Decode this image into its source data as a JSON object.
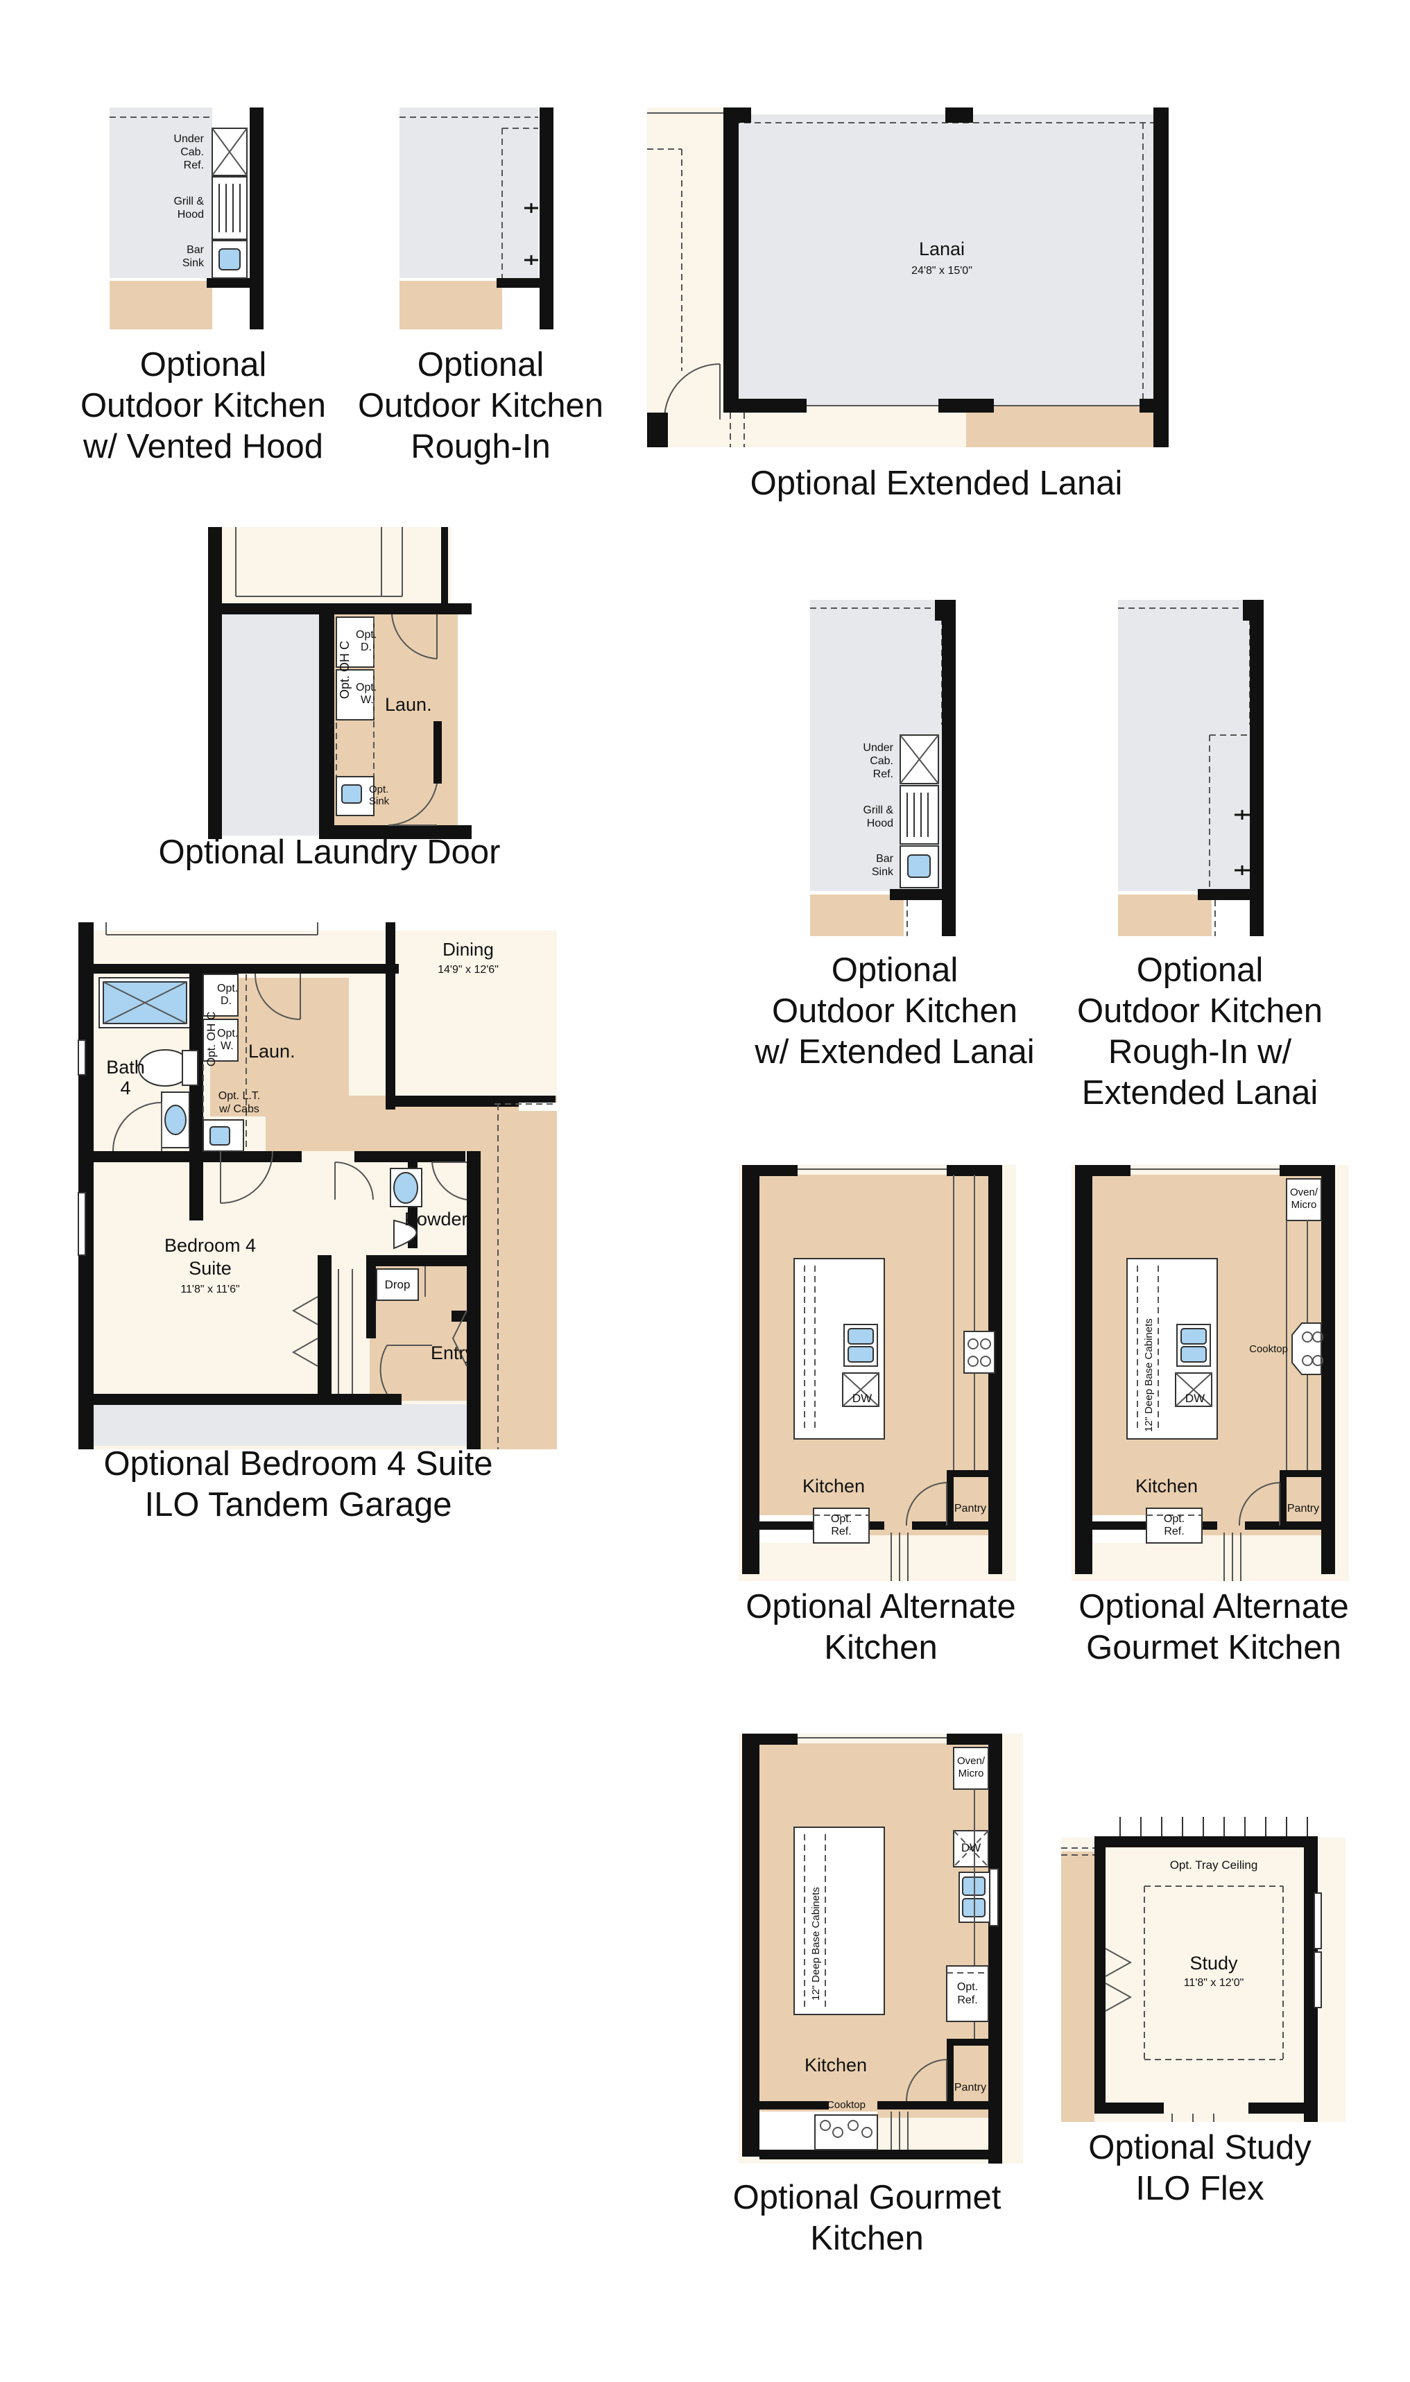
{
  "captions": {
    "ok_vented": [
      "Optional",
      "Outdoor Kitchen",
      "w/ Vented Hood"
    ],
    "ok_roughin": [
      "Optional",
      "Outdoor Kitchen",
      "Rough-In"
    ],
    "ext_lanai": [
      "Optional Extended Lanai"
    ],
    "laundry_door": [
      "Optional Laundry Door"
    ],
    "ok_ext_lanai": [
      "Optional",
      "Outdoor Kitchen",
      "w/ Extended Lanai"
    ],
    "ok_roughin_ext": [
      "Optional",
      "Outdoor Kitchen",
      "Rough-In w/",
      "Extended Lanai"
    ],
    "bed4": [
      "Optional Bedroom 4 Suite",
      "ILO Tandem Garage"
    ],
    "alt_kitchen": [
      "Optional Alternate",
      "Kitchen"
    ],
    "alt_gourmet": [
      "Optional Alternate",
      "Gourmet Kitchen"
    ],
    "gourmet": [
      "Optional Gourmet",
      "Kitchen"
    ],
    "study": [
      "Optional Study",
      "ILO Flex"
    ]
  },
  "labels": {
    "under_cab_ref": [
      "Under",
      "Cab.",
      "Ref."
    ],
    "grill_hood": [
      "Grill &",
      "Hood"
    ],
    "bar_sink": [
      "Bar",
      "Sink"
    ],
    "lanai": "Lanai",
    "lanai_dim": "24'8\" x 15'0\"",
    "laun": "Laun.",
    "opt_d": [
      "Opt.",
      "D."
    ],
    "opt_w": [
      "Opt.",
      "W."
    ],
    "opt_sink": [
      "Opt.",
      "Sink"
    ],
    "ohc": "OH C",
    "ohc_opt": "Opt. OH C",
    "dining": "Dining",
    "dining_dim": "14'9\" x 12'6\"",
    "bath4": [
      "Bath",
      "4"
    ],
    "opt_lt": [
      "Opt. L.T.",
      "w/ Cabs"
    ],
    "powder": "Powder",
    "bedroom4": [
      "Bedroom 4",
      "Suite"
    ],
    "bedroom4_dim": "11'8\" x 11'6\"",
    "drop": "Drop",
    "entry": "Entry",
    "kitchen": "Kitchen",
    "dw": "DW",
    "pantry": "Pantry",
    "opt_ref": [
      "Opt.",
      "Ref."
    ],
    "oven_micro": [
      "Oven/",
      "Micro"
    ],
    "cooktop": "Cooktop",
    "deep_base": "12\" Deep Base Cabinets",
    "tray_ceiling": "Opt. Tray Ceiling",
    "study": "Study",
    "study_dim": "11'8\" x 12'0\""
  },
  "colors": {
    "wall": "#111111",
    "outdoor_grey": "#e6e8eb",
    "floor_tan": "#e9cfaf",
    "cream": "#fbf5ea",
    "fixture_blue": "#a9d3f0"
  }
}
